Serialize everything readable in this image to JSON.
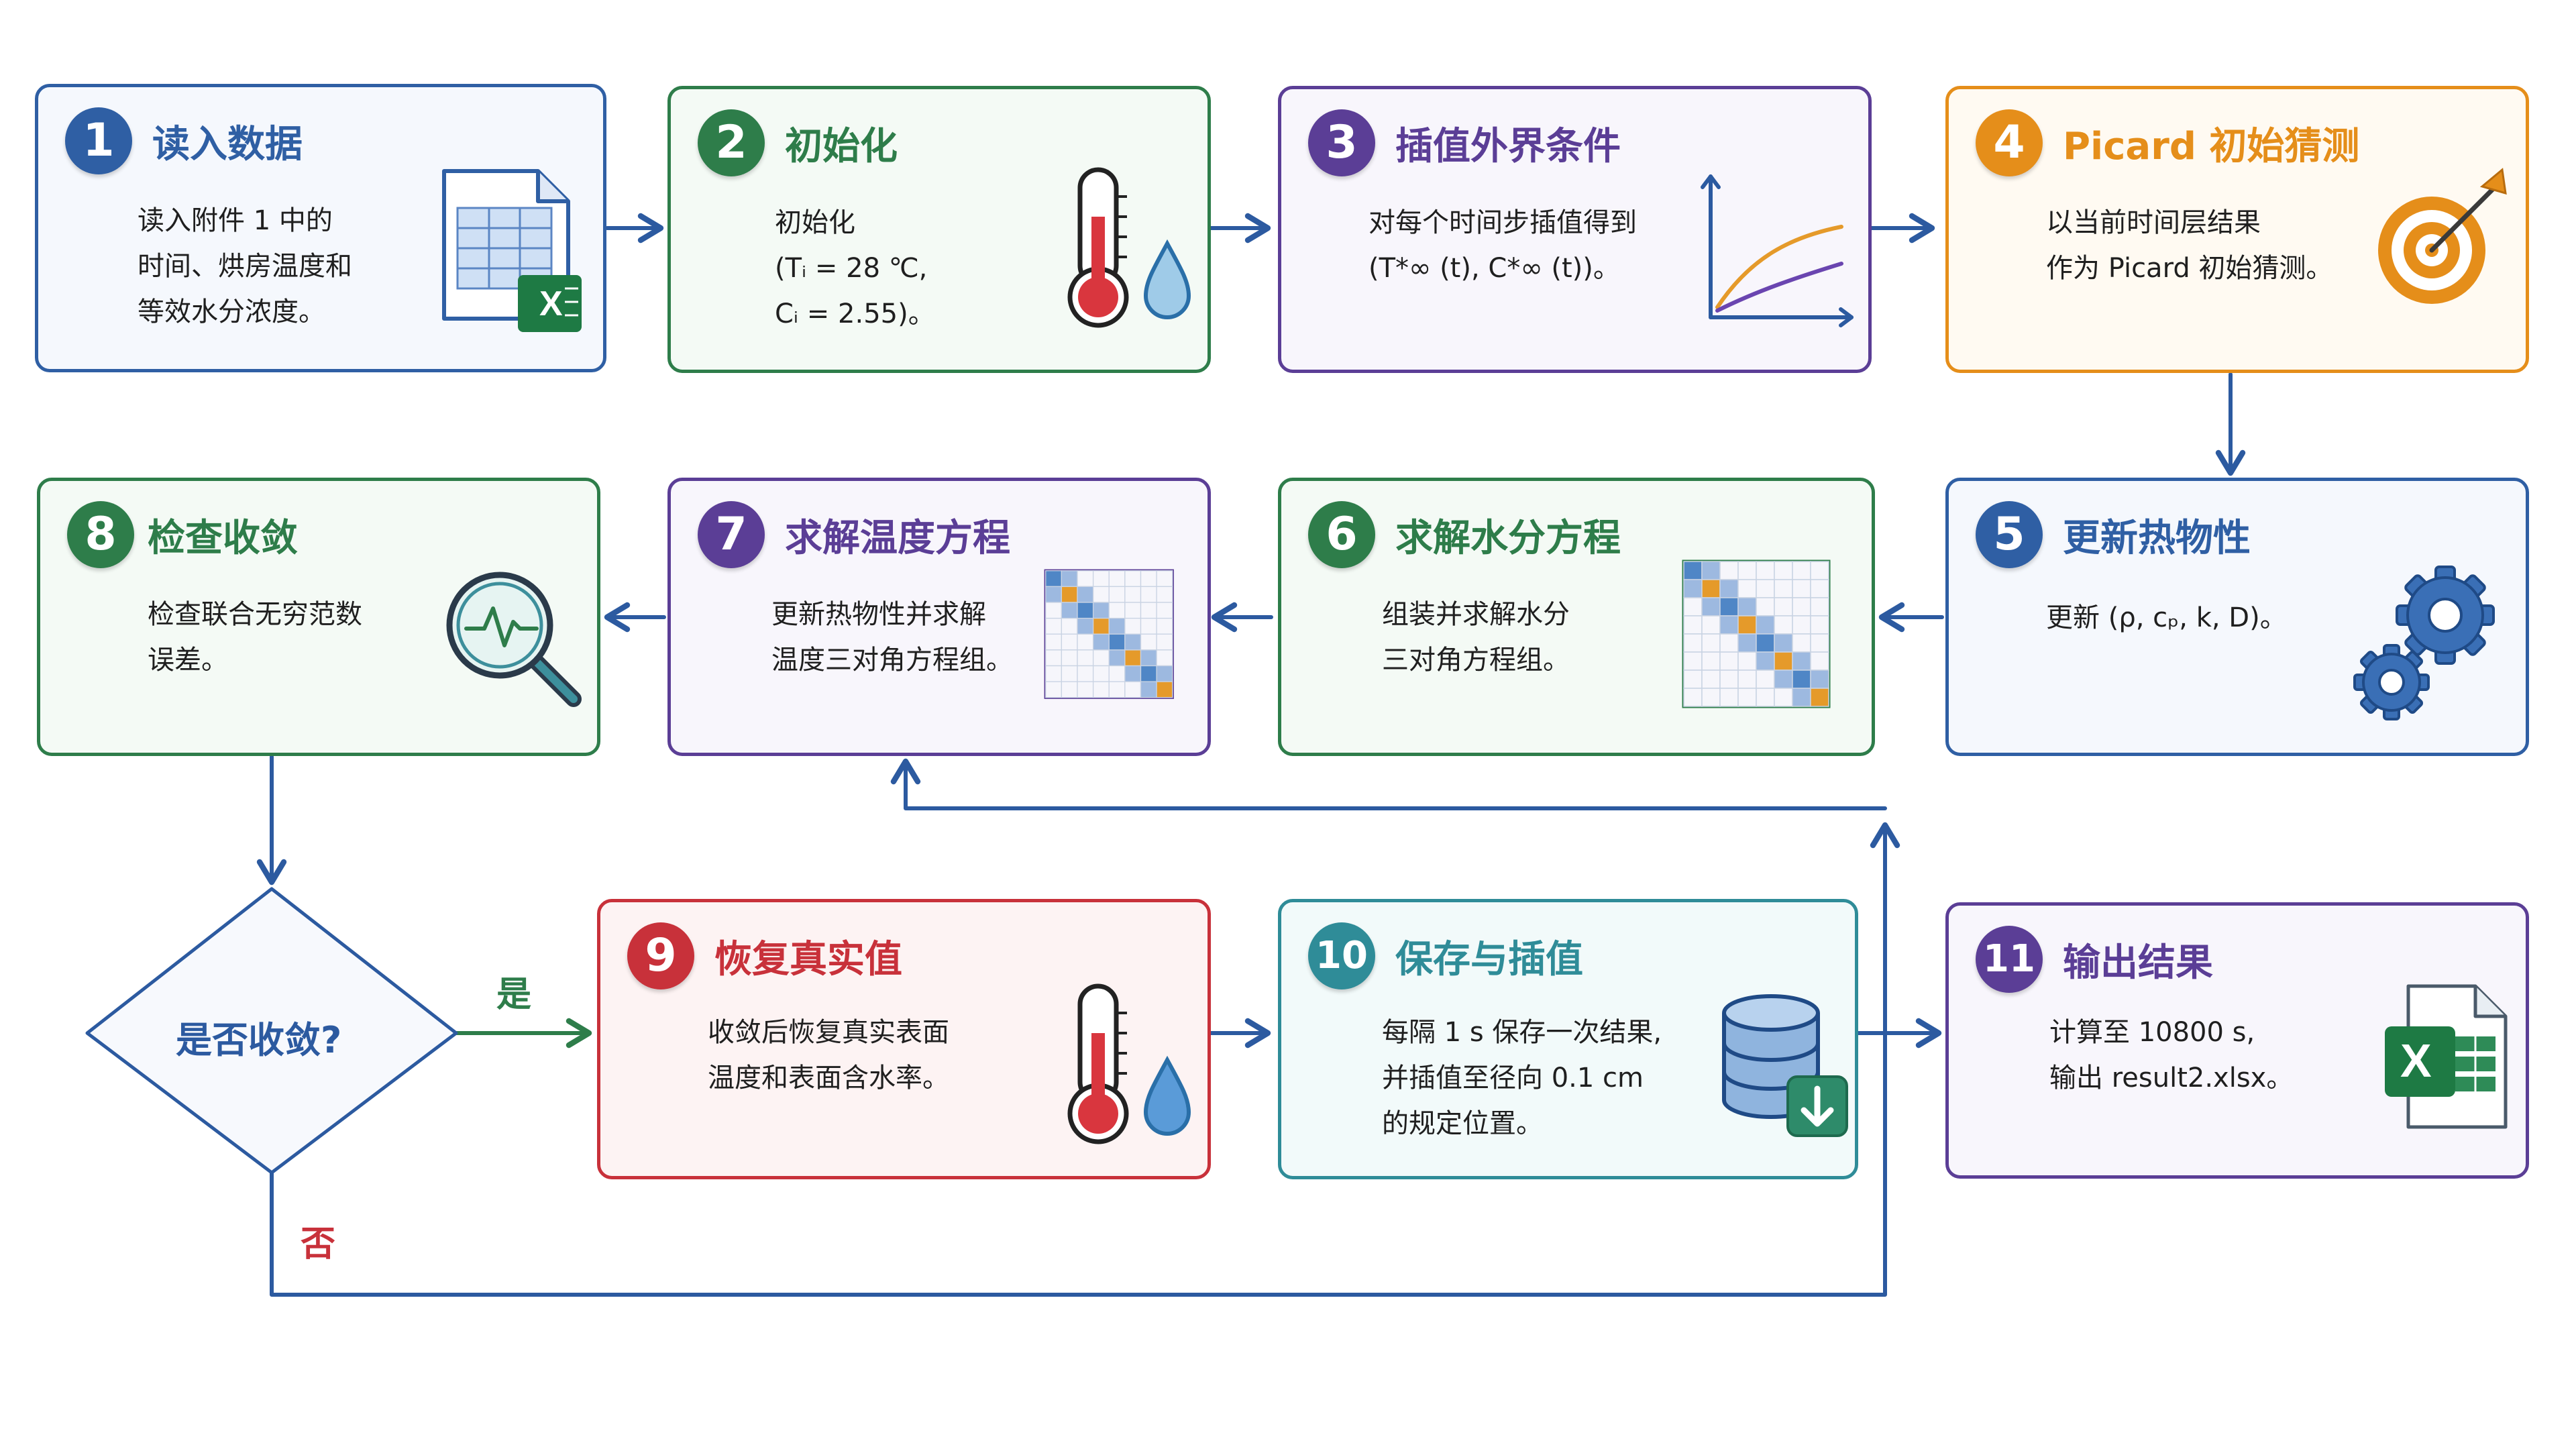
{
  "colors": {
    "blue": "#2f5fa4",
    "green": "#2e7d4a",
    "purple": "#5b3e96",
    "orange": "#e58e1a",
    "red": "#c8313a",
    "teal": "#2f8c98",
    "arrow": "#2c5aa0"
  },
  "steps": [
    {
      "num": "1",
      "title": "读入数据",
      "lines": [
        "读入附件 1 中的",
        "时间、烘房温度和",
        "等效水分浓度。"
      ],
      "icon": "excel-sheet-icon"
    },
    {
      "num": "2",
      "title": "初始化",
      "lines": [
        "初始化",
        "(Tᵢ = 28 ℃,",
        "Cᵢ = 2.55)。"
      ],
      "icon": "thermometer-water-drop-icon"
    },
    {
      "num": "3",
      "title": "插值外界条件",
      "lines": [
        "对每个时间步插值得到",
        "(T*∞ (t), C*∞ (t))。"
      ],
      "icon": "line-chart-icon"
    },
    {
      "num": "4",
      "title": "Picard 初始猜测",
      "lines": [
        "以当前时间层结果",
        "作为 Picard 初始猜测。"
      ],
      "icon": "target-icon"
    },
    {
      "num": "5",
      "title": "更新热物性",
      "lines": [
        "更新 (ρ, cₚ, k, D)。"
      ],
      "icon": "gears-icon"
    },
    {
      "num": "6",
      "title": "求解水分方程",
      "lines": [
        "组装并求解水分",
        "三对角方程组。"
      ],
      "icon": "tridiagonal-matrix-icon"
    },
    {
      "num": "7",
      "title": "求解温度方程",
      "lines": [
        "更新热物性并求解",
        "温度三对角方程组。"
      ],
      "icon": "tridiagonal-matrix-icon"
    },
    {
      "num": "8",
      "title": "检查收敛",
      "lines": [
        "检查联合无穷范数",
        "误差。"
      ],
      "icon": "magnifier-pulse-icon"
    },
    {
      "num": "9",
      "title": "恢复真实值",
      "lines": [
        "收敛后恢复真实表面",
        "温度和表面含水率。"
      ],
      "icon": "thermometer-water-drop-icon"
    },
    {
      "num": "10",
      "title": "保存与插值",
      "lines": [
        "每隔 1 s 保存一次结果,",
        "并插值至径向 0.1 cm",
        "的规定位置。"
      ],
      "icon": "database-download-icon"
    },
    {
      "num": "11",
      "title": "输出结果",
      "lines": [
        "计算至 10800 s,",
        "输出 result2.xlsx。"
      ],
      "icon": "excel-file-icon"
    }
  ],
  "decision": {
    "label": "是否收敛?",
    "yes": "是",
    "no": "否"
  }
}
